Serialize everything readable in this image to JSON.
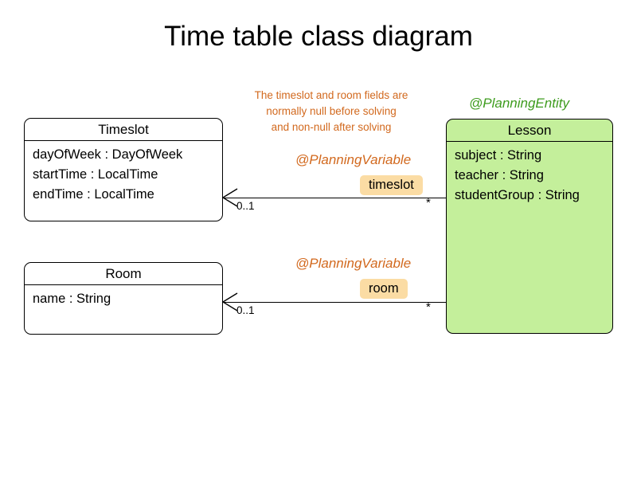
{
  "title": "Time table class diagram",
  "colors": {
    "entity_fill": "#c4ef9b",
    "entity_stereotype": "#3e9c1e",
    "variable_stereotype": "#d2691e",
    "role_chip_fill": "#fbdca4",
    "note_text": "#d2691e",
    "line": "#000000"
  },
  "classes": {
    "timeslot": {
      "name": "Timeslot",
      "attributes": [
        "dayOfWeek : DayOfWeek",
        "startTime : LocalTime",
        "endTime : LocalTime"
      ]
    },
    "room": {
      "name": "Room",
      "attributes": [
        "name : String"
      ]
    },
    "lesson": {
      "name": "Lesson",
      "stereotype": "@PlanningEntity",
      "attributes": [
        "subject : String",
        "teacher : String",
        "studentGroup : String"
      ]
    }
  },
  "note": {
    "line1": "The timeslot and room fields are",
    "line2": "normally null before solving",
    "line3": "and non-null after solving"
  },
  "associations": [
    {
      "stereotype": "@PlanningVariable",
      "role": "timeslot",
      "source_multiplicity": "*",
      "target_multiplicity": "0..1"
    },
    {
      "stereotype": "@PlanningVariable",
      "role": "room",
      "source_multiplicity": "*",
      "target_multiplicity": "0..1"
    }
  ]
}
